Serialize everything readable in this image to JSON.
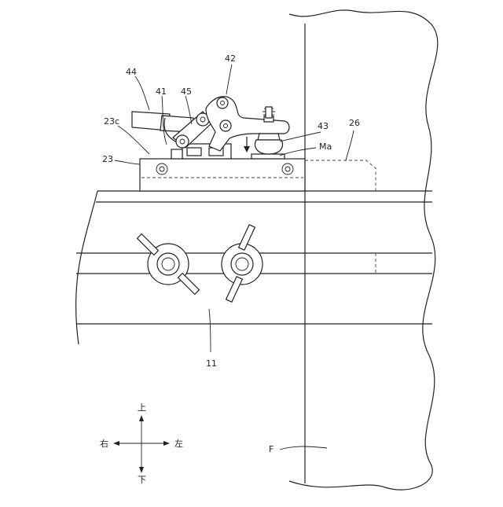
{
  "labels": {
    "l44": "44",
    "l41": "41",
    "l45": "45",
    "l42": "42",
    "l43": "43",
    "l26": "26",
    "l23c": "23c",
    "l23": "23",
    "lMa": "Ma",
    "l11": "11",
    "lF": "F"
  },
  "directions": {
    "up": "上",
    "down": "下",
    "left": "右",
    "right": "左"
  }
}
